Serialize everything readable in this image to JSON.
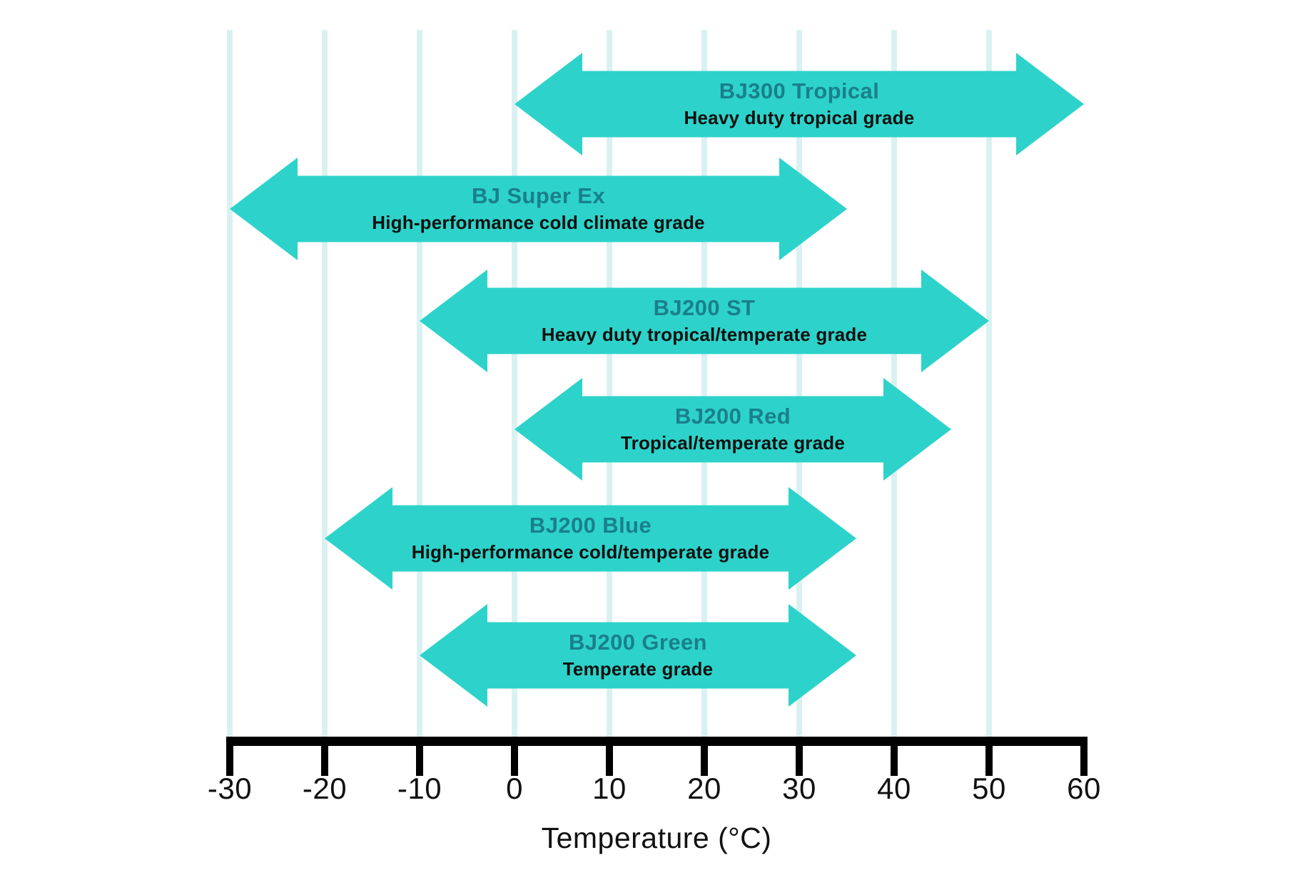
{
  "page": {
    "background": "#ffffff"
  },
  "chart_data": {
    "type": "bar",
    "subtype": "horizontal-range-arrow-chart",
    "title": "",
    "xlabel": "Temperature (°C)",
    "xlim": [
      -30,
      60
    ],
    "x_ticks": [
      -30,
      -20,
      -10,
      0,
      10,
      20,
      30,
      40,
      50,
      60
    ],
    "gridlines_at": [
      -30,
      -20,
      -10,
      0,
      10,
      20,
      30,
      40,
      50
    ],
    "legend": "none",
    "series": [
      {
        "name": "BJ300 Tropical",
        "description": "Heavy duty tropical grade",
        "range_c": [
          0,
          60
        ]
      },
      {
        "name": "BJ Super Ex",
        "description": "High-performance cold climate grade",
        "range_c": [
          -30,
          35
        ]
      },
      {
        "name": "BJ200 ST",
        "description": "Heavy duty tropical/temperate grade",
        "range_c": [
          -10,
          50
        ]
      },
      {
        "name": "BJ200 Red",
        "description": "Tropical/temperate grade",
        "range_c": [
          0,
          46
        ]
      },
      {
        "name": "BJ200 Blue",
        "description": "High-performance cold/temperate grade",
        "range_c": [
          -20,
          36
        ]
      },
      {
        "name": "BJ200 Green",
        "description": "Temperate grade",
        "range_c": [
          -10,
          36
        ]
      }
    ],
    "colors": {
      "arrow_fill": "#2dd3ca",
      "series_name_text": "#1a7f8a",
      "series_description_text": "#101010",
      "gridline": "#d9f2f1",
      "axis": "#000000",
      "tick_label_text": "#111111",
      "background": "#ffffff"
    }
  }
}
